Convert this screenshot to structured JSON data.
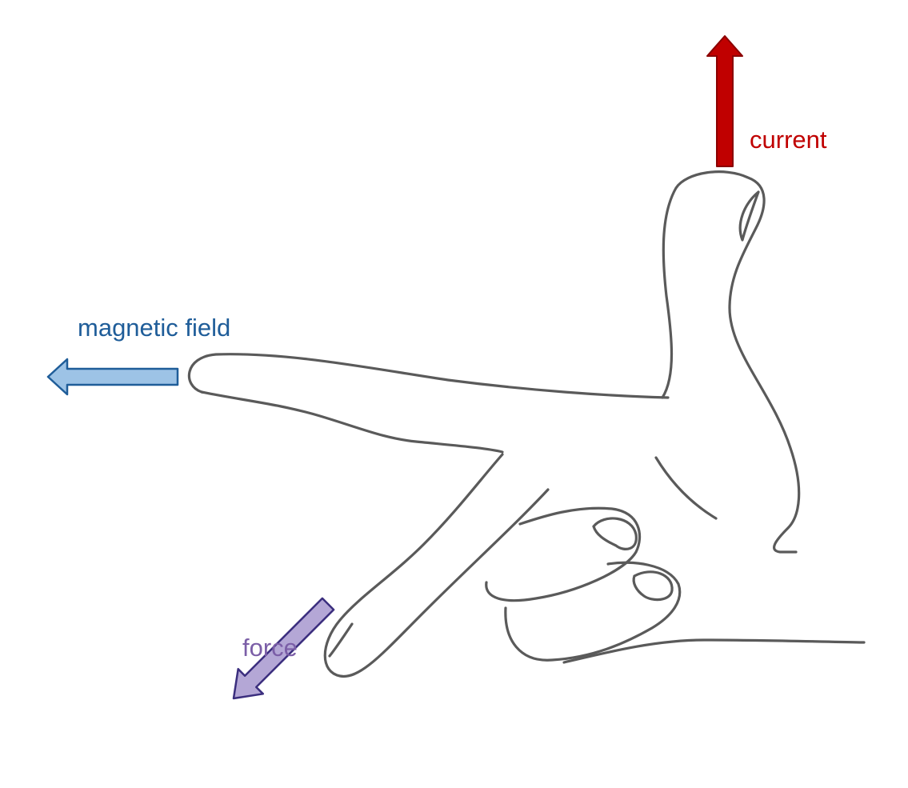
{
  "labels": {
    "current": "current",
    "magnetic_field": "magnetic field",
    "force": "force"
  },
  "colors": {
    "hand_outline": "#5a5a5a",
    "current_arrow_fill": "#c00000",
    "current_arrow_stroke": "#8b0000",
    "current_label": "#c00000",
    "field_arrow_fill": "#9dc3e6",
    "field_arrow_stroke": "#1f5d99",
    "field_label": "#1f5d99",
    "force_arrow_fill": "#b4a7d6",
    "force_arrow_stroke": "#3b2e7e",
    "force_label": "#7b5ea7"
  },
  "icons": {
    "hand": "right-hand-rule-hand",
    "current_arrow": "arrow-up",
    "field_arrow": "arrow-left",
    "force_arrow": "arrow-down-left"
  }
}
